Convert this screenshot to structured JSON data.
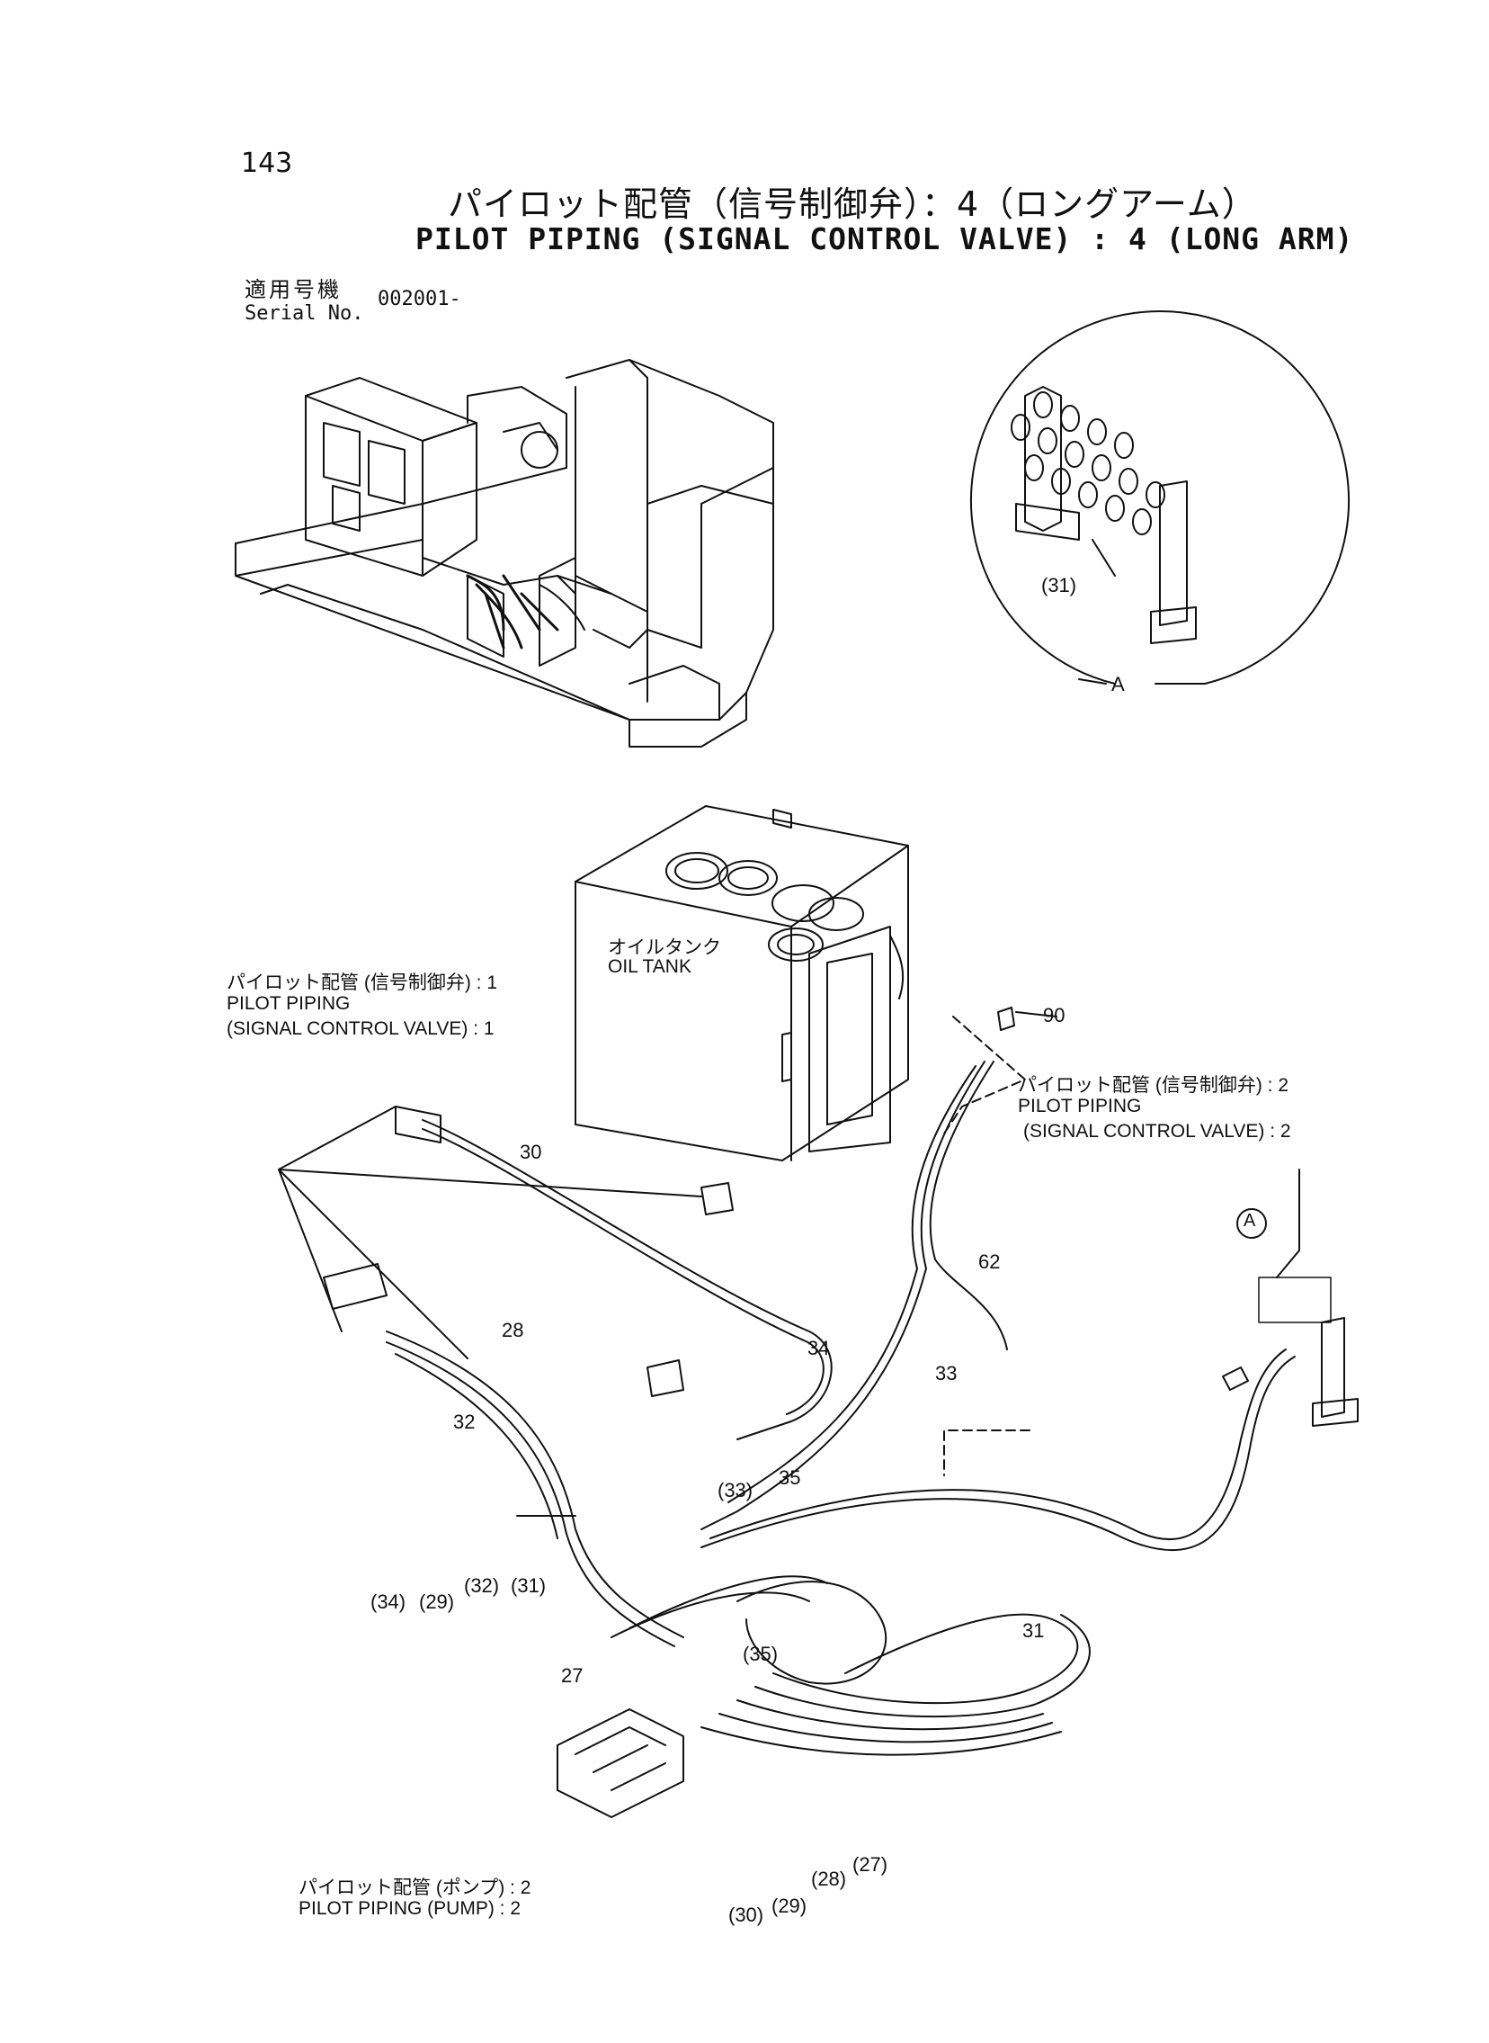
{
  "page_number": "143",
  "title_jp": "パイロット配管（信号制御弁）：4（ロングアーム）",
  "title_en": "PILOT PIPING (SIGNAL CONTROL VALVE) : 4 (LONG ARM)",
  "serial": {
    "label_jp": "適用号機",
    "label_en": "Serial No.",
    "value": "002001-"
  },
  "detail_view": {
    "callout": "(31)",
    "view_label": "A",
    "view_marker": "A"
  },
  "oil_tank": {
    "jp": "オイルタンク",
    "en": "OIL TANK"
  },
  "ref_svc1": {
    "jp": "パイロット配管 (信号制御弁) : 1",
    "en1": "PILOT PIPING",
    "en2": "(SIGNAL CONTROL VALVE) : 1"
  },
  "ref_svc2": {
    "jp": "パイロット配管 (信号制御弁) : 2",
    "en1": "PILOT PIPING",
    "en2": "(SIGNAL CONTROL VALVE) : 2"
  },
  "ref_pump": {
    "jp": "パイロット配管 (ポンプ) : 2",
    "en": "PILOT PIPING (PUMP) : 2"
  },
  "parts": {
    "p90": "90",
    "p30": "30",
    "p62": "62",
    "p28": "28",
    "p34": "34",
    "p33": "33",
    "p32": "32",
    "p35": "35",
    "p31": "31",
    "p27": "27",
    "c33": "(33)",
    "c34": "(34)",
    "c29": "(29)",
    "c32": "(32)",
    "c31": "(31)",
    "c35": "(35)",
    "c30": "(30)",
    "c29b": "(29)",
    "c28": "(28)",
    "c27": "(27)"
  }
}
